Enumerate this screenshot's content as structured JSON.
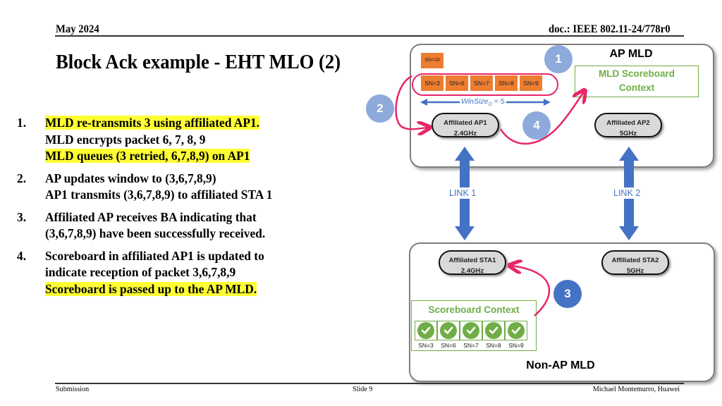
{
  "header": {
    "date": "May 2024",
    "doc_id": "doc.: IEEE 802.11-24/778r0"
  },
  "title": "Block Ack example -  EHT MLO (2)",
  "steps": [
    {
      "num": "1.",
      "lines": [
        {
          "text": "MLD re-transmits 3 using affiliated AP1.",
          "highlight": true
        },
        {
          "text": "MLD encrypts packet 6, 7, 8, 9",
          "highlight": false
        },
        {
          "text": "MLD queues (3 retried, 6,7,8,9) on AP1",
          "highlight": true
        }
      ]
    },
    {
      "num": "2.",
      "lines": [
        {
          "text": "AP updates window to (3,6,7,8,9)",
          "highlight": false
        },
        {
          "text": "AP1 transmits (3,6,7,8,9) to affiliated STA 1",
          "highlight": false
        }
      ]
    },
    {
      "num": "3.",
      "lines": [
        {
          "text": "Affiliated AP receives BA indicating that",
          "highlight": false
        },
        {
          "text": "(3,6,7,8,9) have been successfully received.",
          "highlight": false
        }
      ]
    },
    {
      "num": "4.",
      "lines": [
        {
          "text": "Scoreboard in affiliated AP1 is updated to",
          "highlight": false
        },
        {
          "text": "indicate reception of packet 3,6,7,8,9",
          "highlight": false
        },
        {
          "text": "Scoreboard is passed up to the AP MLD.",
          "highlight": true
        }
      ]
    }
  ],
  "diagram": {
    "ap_mld": {
      "label": "AP MLD",
      "scoreboard": {
        "line1": "MLD Scoreboard",
        "line2": "Context"
      },
      "queued_packet": "SN=10",
      "window_packets": [
        "SN=3",
        "SN=6",
        "SN=7",
        "SN=8",
        "SN=9"
      ],
      "winsize": {
        "label": "WinSize",
        "subscript": "O",
        "value": "= 5"
      },
      "ap1": {
        "line1": "Affiliated AP1",
        "line2": "2.4GHz"
      },
      "ap2": {
        "line1": "Affiliated AP2",
        "line2": "5GHz"
      }
    },
    "links": {
      "link1": "LINK 1",
      "link2": "LINK 2"
    },
    "non_ap_mld": {
      "label": "Non-AP MLD",
      "sta1": {
        "line1": "Affiliated STA1",
        "line2": "2.4GHz"
      },
      "sta2": {
        "line1": "Affiliated STA2",
        "line2": "5GHz"
      },
      "scoreboard": {
        "title": "Scoreboard Context",
        "entries": [
          "SN=3",
          "SN=6",
          "SN=7",
          "SN=8",
          "SN=9"
        ]
      }
    },
    "step_markers": [
      "1",
      "2",
      "3",
      "4"
    ],
    "colors": {
      "packet": "#ed7d31",
      "arrow": "#e8256a",
      "link": "#4472c4",
      "scoreboard": "#70ad47",
      "marker_light": "#8eaadb",
      "marker_dark": "#4472c4",
      "highlight": "#ffff33"
    }
  },
  "footer": {
    "left": "Submission",
    "center": "Slide 9",
    "right": "Michael Montemurro, Huawei"
  }
}
